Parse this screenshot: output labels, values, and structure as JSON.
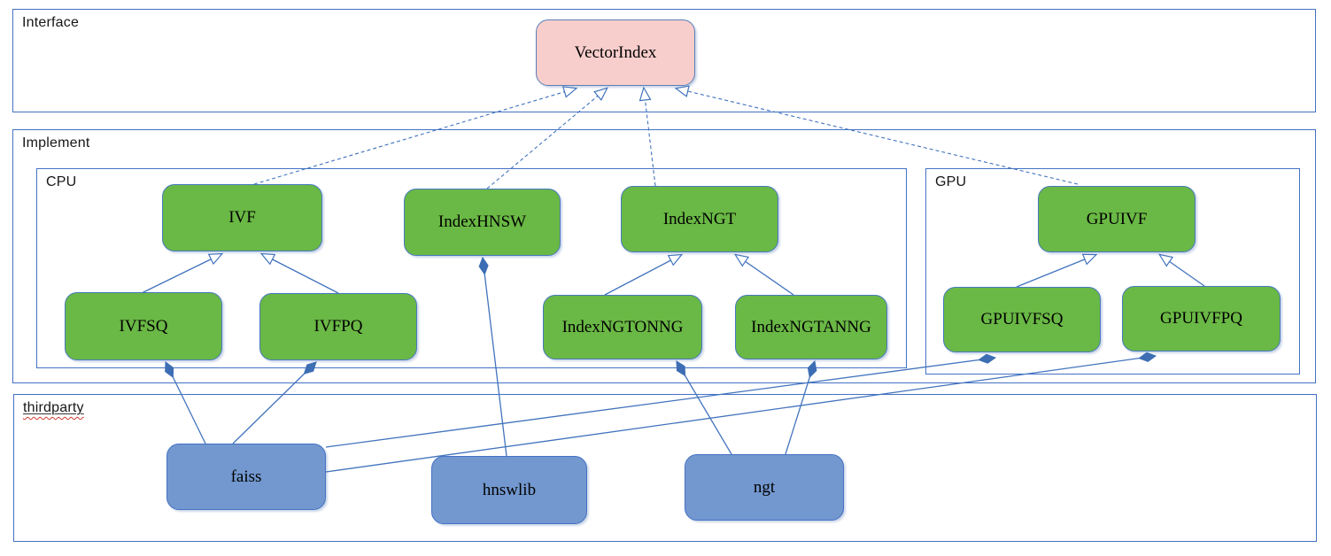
{
  "containers": {
    "interface": {
      "label": "Interface"
    },
    "implement": {
      "label": "Implement"
    },
    "cpu": {
      "label": "CPU"
    },
    "gpu": {
      "label": "GPU"
    },
    "thirdparty": {
      "label": "thirdparty"
    }
  },
  "nodes": {
    "vectorindex": {
      "label": "VectorIndex",
      "group": "interface",
      "color": "#f8cecc"
    },
    "ivf": {
      "label": "IVF",
      "group": "cpu",
      "color": "#6ab845"
    },
    "indexhnsw": {
      "label": "IndexHNSW",
      "group": "cpu",
      "color": "#6ab845"
    },
    "indexngt": {
      "label": "IndexNGT",
      "group": "cpu",
      "color": "#6ab845"
    },
    "ivfsq": {
      "label": "IVFSQ",
      "group": "cpu",
      "color": "#6ab845"
    },
    "ivfpq": {
      "label": "IVFPQ",
      "group": "cpu",
      "color": "#6ab845"
    },
    "indexngtonng": {
      "label": "IndexNGTONNG",
      "group": "cpu",
      "color": "#6ab845"
    },
    "indexngtanng": {
      "label": "IndexNGTANNG",
      "group": "cpu",
      "color": "#6ab845"
    },
    "gpuivf": {
      "label": "GPUIVF",
      "group": "gpu",
      "color": "#6ab845"
    },
    "gpuivfsq": {
      "label": "GPUIVFSQ",
      "group": "gpu",
      "color": "#6ab845"
    },
    "gpuivfpq": {
      "label": "GPUIVFPQ",
      "group": "gpu",
      "color": "#6ab845"
    },
    "faiss": {
      "label": "faiss",
      "group": "thirdparty",
      "color": "#7398cf"
    },
    "hnswlib": {
      "label": "hnswlib",
      "group": "thirdparty",
      "color": "#7398cf"
    },
    "ngt": {
      "label": "ngt",
      "group": "thirdparty",
      "color": "#7398cf"
    }
  },
  "edges": [
    {
      "from": "IVF",
      "to": "VectorIndex",
      "kind": "realization"
    },
    {
      "from": "IndexHNSW",
      "to": "VectorIndex",
      "kind": "realization"
    },
    {
      "from": "IndexNGT",
      "to": "VectorIndex",
      "kind": "realization"
    },
    {
      "from": "GPUIVF",
      "to": "VectorIndex",
      "kind": "realization"
    },
    {
      "from": "IVFSQ",
      "to": "IVF",
      "kind": "inheritance"
    },
    {
      "from": "IVFPQ",
      "to": "IVF",
      "kind": "inheritance"
    },
    {
      "from": "IndexNGTONNG",
      "to": "IndexNGT",
      "kind": "inheritance"
    },
    {
      "from": "IndexNGTANNG",
      "to": "IndexNGT",
      "kind": "inheritance"
    },
    {
      "from": "GPUIVFSQ",
      "to": "GPUIVF",
      "kind": "inheritance"
    },
    {
      "from": "GPUIVFPQ",
      "to": "GPUIVF",
      "kind": "inheritance"
    },
    {
      "from": "faiss",
      "to": "IVFSQ",
      "kind": "composition"
    },
    {
      "from": "faiss",
      "to": "IVFPQ",
      "kind": "composition"
    },
    {
      "from": "faiss",
      "to": "GPUIVFSQ",
      "kind": "composition"
    },
    {
      "from": "faiss",
      "to": "GPUIVFPQ",
      "kind": "composition"
    },
    {
      "from": "hnswlib",
      "to": "IndexHNSW",
      "kind": "composition"
    },
    {
      "from": "ngt",
      "to": "IndexNGTONNG",
      "kind": "composition"
    },
    {
      "from": "ngt",
      "to": "IndexNGTANNG",
      "kind": "composition"
    }
  ],
  "colors": {
    "stroke_blue": "#4273bd",
    "container_border": "#4472c4",
    "node_green": "#6ab845",
    "node_pink": "#f8cecc",
    "node_blue": "#7398cf",
    "spellcheck_red": "#d03b2f"
  }
}
